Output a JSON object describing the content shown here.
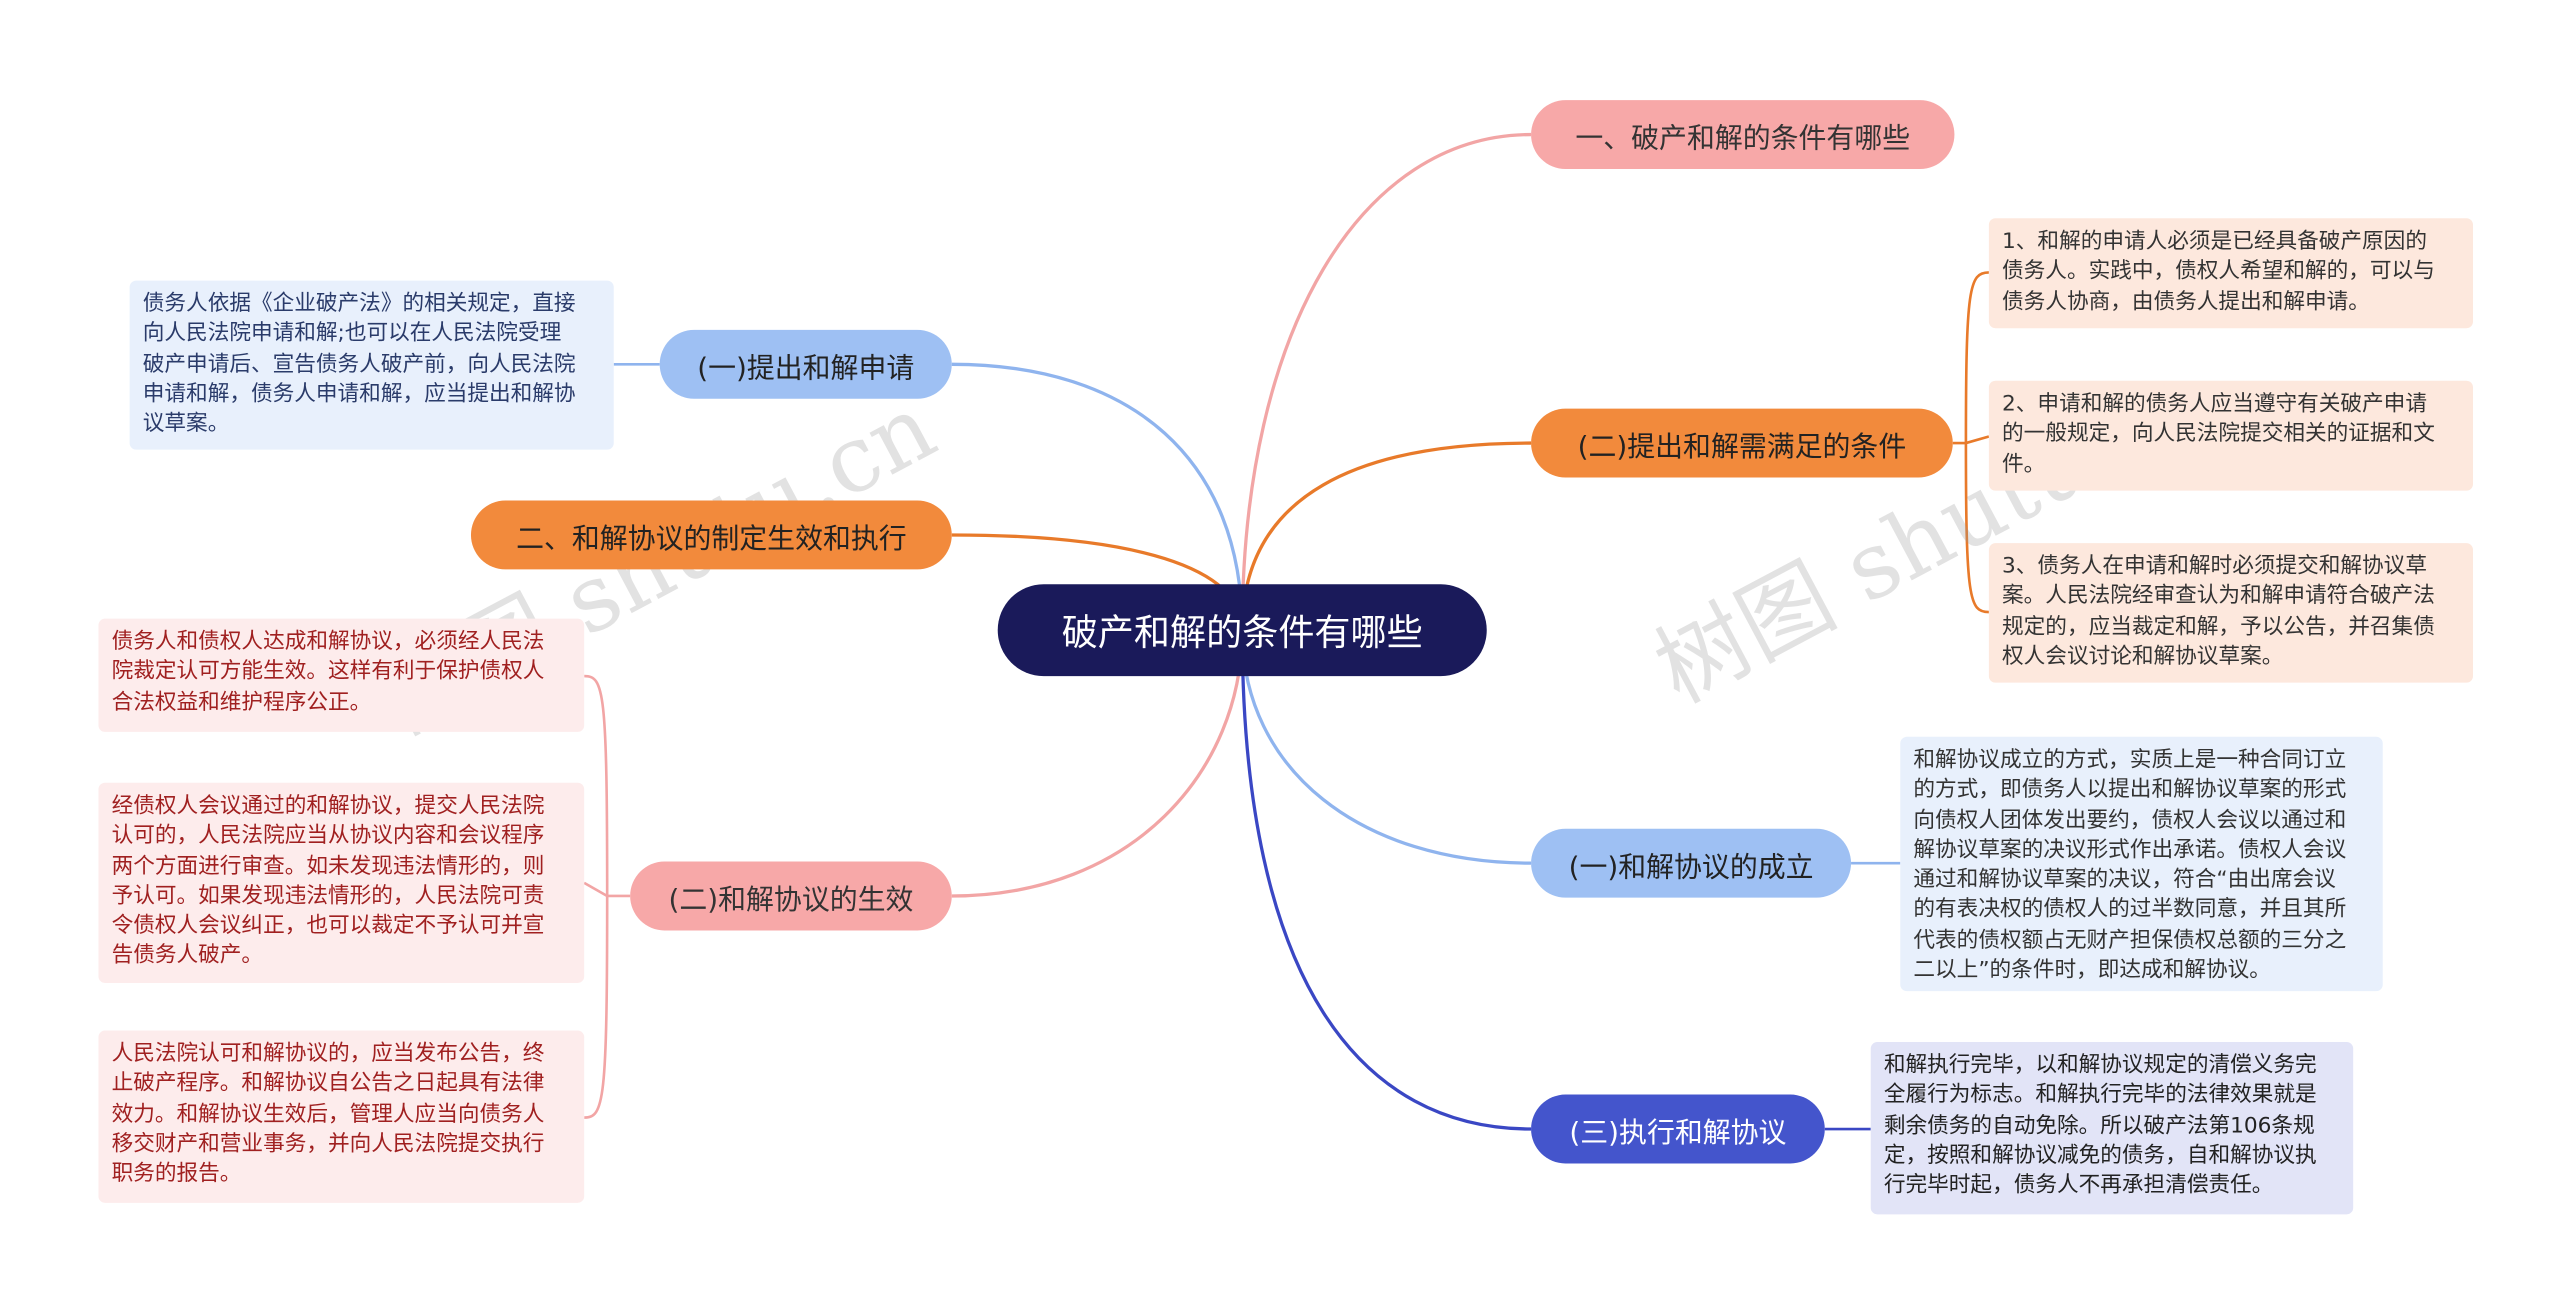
{
  "root": {
    "label": "破产和解的条件有哪些"
  },
  "branches": {
    "b1": {
      "label": "一、破产和解的条件有哪些"
    },
    "b2": {
      "label": "(二)提出和解需满足的条件"
    },
    "b3": {
      "label": "(一)和解协议的成立"
    },
    "b4": {
      "label": "(三)执行和解协议"
    },
    "b5": {
      "label": "(一)提出和解申请"
    },
    "b6": {
      "label": "二、和解协议的制定生效和执行"
    },
    "b7": {
      "label": "(二)和解协议的生效"
    }
  },
  "leaves": {
    "b2_1": "1、和解的申请人必须是已经具备破产原因的\n债务人。实践中，债权人希望和解的，可以与\n债务人协商，由债务人提出和解申请。",
    "b2_2": "2、申请和解的债务人应当遵守有关破产申请\n的一般规定，向人民法院提交相关的证据和文\n件。",
    "b2_3": "3、债务人在申请和解时必须提交和解协议草\n案。人民法院经审查认为和解申请符合破产法\n规定的，应当裁定和解，予以公告，并召集债\n权人会议讨论和解协议草案。",
    "b3_1": "和解协议成立的方式，实质上是一种合同订立\n的方式，即债务人以提出和解协议草案的形式\n向债权人团体发出要约，债权人会议以通过和\n解协议草案的决议形式作出承诺。债权人会议\n通过和解协议草案的决议，符合“由出席会议\n的有表决权的债权人的过半数同意，并且其所\n代表的债权额占无财产担保债权总额的三分之\n二以上”的条件时，即达成和解协议。",
    "b4_1": "和解执行完毕，以和解协议规定的清偿义务完\n全履行为标志。和解执行完毕的法律效果就是\n剩余债务的自动免除。所以破产法第106条规\n定，按照和解协议减免的债务，自和解协议执\n行完毕时起，债务人不再承担清偿责任。",
    "b5_1": "债务人依据《企业破产法》的相关规定，直接\n向人民法院申请和解;也可以在人民法院受理\n破产申请后、宣告债务人破产前，向人民法院\n申请和解，债务人申请和解，应当提出和解协\n议草案。",
    "b7_1": "债务人和债权人达成和解协议，必须经人民法\n院裁定认可方能生效。这样有利于保护债权人\n合法权益和维护程序公正。",
    "b7_2": "经债权人会议通过的和解协议，提交人民法院\n认可的，人民法院应当从协议内容和会议程序\n两个方面进行审查。如未发现违法情形的，则\n予认可。如果发现违法情形的，人民法院可责\n令债权人会议纠正，也可以裁定不予认可并宣\n告债务人破产。",
    "b7_3": "人民法院认可和解协议的，应当发布公告，终\n止破产程序。和解协议自公告之日起具有法律\n效力。和解协议生效后，管理人应当向债务人\n移交财产和营业事务，并向人民法院提交执行\n职务的报告。"
  },
  "watermarks": {
    "w1": "树图 shutu.cn",
    "w2": "树图 shutu.cn"
  },
  "colors": {
    "root": "#1a1a5a",
    "pink": "#f7a8a8",
    "orange": "#f28a3c",
    "blue_light": "#9ec0f3",
    "indigo": "#4455cc",
    "leaf_orange_bg": "#fde8dd",
    "leaf_blue_bg": "#e8f0fc",
    "leaf_pink_bg": "#fdecec",
    "leaf_indigo_bg": "#e2e4f7"
  }
}
